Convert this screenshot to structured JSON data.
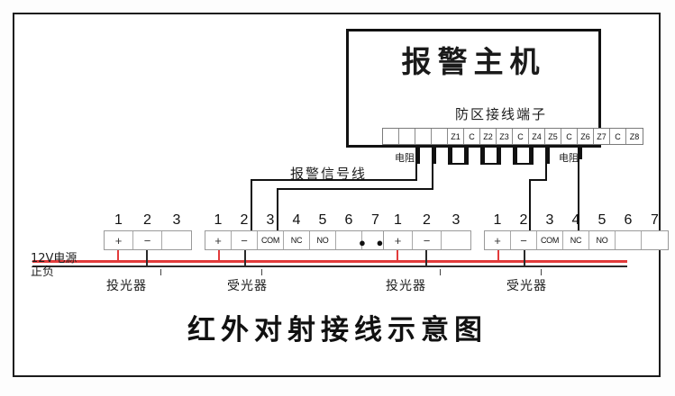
{
  "diagram": {
    "title": "红外对射接线示意图",
    "host": {
      "name": "报警主机",
      "zone_terminal_label": "防区接线端子",
      "blank_slots": 4,
      "terminals": [
        "Z1",
        "C",
        "Z2",
        "Z3",
        "C",
        "Z4",
        "Z5",
        "C",
        "Z6",
        "Z7",
        "C",
        "Z8"
      ],
      "resistor_label_left": "电阻",
      "resistor_label_right": "电阻"
    },
    "signal_line_label": "报警信号线",
    "power": {
      "label_line1": "12V电源",
      "label_line2": "正负",
      "positive_color": "#e23b3b",
      "negative_color": "#2a2a2a"
    },
    "continuation_marker": "● ●",
    "devices": [
      {
        "name": "投光器",
        "type": "transmitter",
        "terminals": [
          {
            "num": "1",
            "mark": "+"
          },
          {
            "num": "2",
            "mark": "−"
          },
          {
            "num": "3",
            "mark": ""
          }
        ]
      },
      {
        "name": "受光器",
        "type": "receiver",
        "terminals": [
          {
            "num": "1",
            "mark": "+"
          },
          {
            "num": "2",
            "mark": "−"
          },
          {
            "num": "3",
            "mark": "COM"
          },
          {
            "num": "4",
            "mark": "NC"
          },
          {
            "num": "5",
            "mark": "NO"
          },
          {
            "num": "6",
            "mark": ""
          },
          {
            "num": "7",
            "mark": ""
          }
        ]
      },
      {
        "name": "投光器",
        "type": "transmitter",
        "terminals": [
          {
            "num": "1",
            "mark": "+"
          },
          {
            "num": "2",
            "mark": "−"
          },
          {
            "num": "3",
            "mark": ""
          }
        ]
      },
      {
        "name": "受光器",
        "type": "receiver",
        "terminals": [
          {
            "num": "1",
            "mark": "+"
          },
          {
            "num": "2",
            "mark": "−"
          },
          {
            "num": "3",
            "mark": "COM"
          },
          {
            "num": "4",
            "mark": "NC"
          },
          {
            "num": "5",
            "mark": "NO"
          },
          {
            "num": "6",
            "mark": ""
          },
          {
            "num": "7",
            "mark": ""
          }
        ]
      }
    ]
  }
}
